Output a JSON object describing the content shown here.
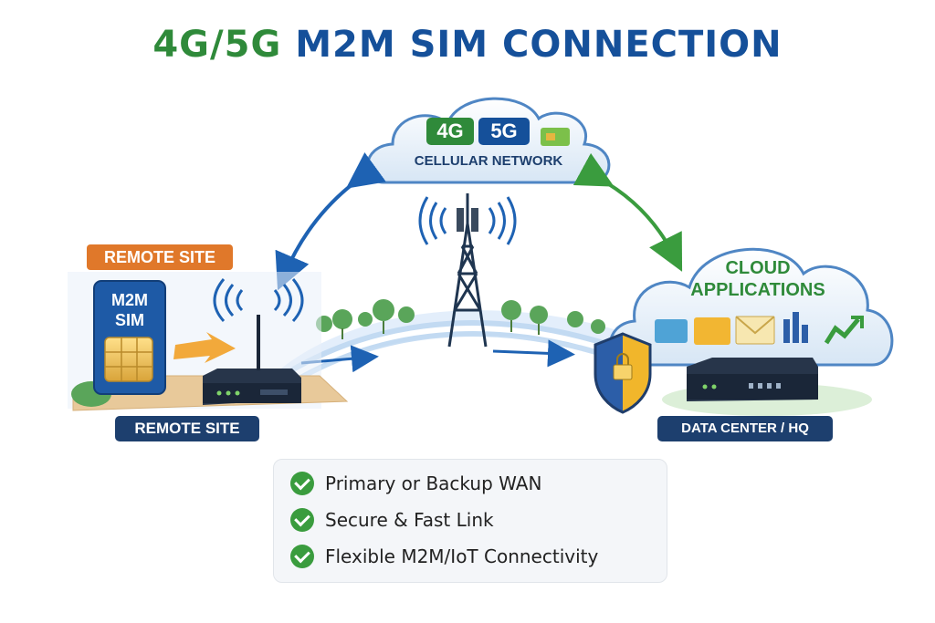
{
  "title": {
    "part1": "4G/5G",
    "part2": "M2M SIM CONNECTION"
  },
  "cellular_cloud": {
    "badge_4g": "4G",
    "badge_5g": "5G",
    "label": "CELLULAR NETWORK"
  },
  "cloud_apps": {
    "line1": "CLOUD",
    "line2": "APPLICATIONS"
  },
  "remote_site": {
    "top_label": "REMOTE SITE",
    "bottom_label": "REMOTE SITE",
    "sim_line1": "M2M",
    "sim_line2": "SIM"
  },
  "data_center": {
    "label": "DATA CENTER / HQ"
  },
  "features": [
    {
      "text": "Primary or Backup WAN"
    },
    {
      "text": "Secure & Fast Link"
    },
    {
      "text": "Flexible M2M/IoT Connectivity"
    }
  ],
  "colors": {
    "green": "#2f8a3a",
    "blue": "#15509a",
    "navy": "#1d3f6e",
    "orange": "#e0782a"
  }
}
